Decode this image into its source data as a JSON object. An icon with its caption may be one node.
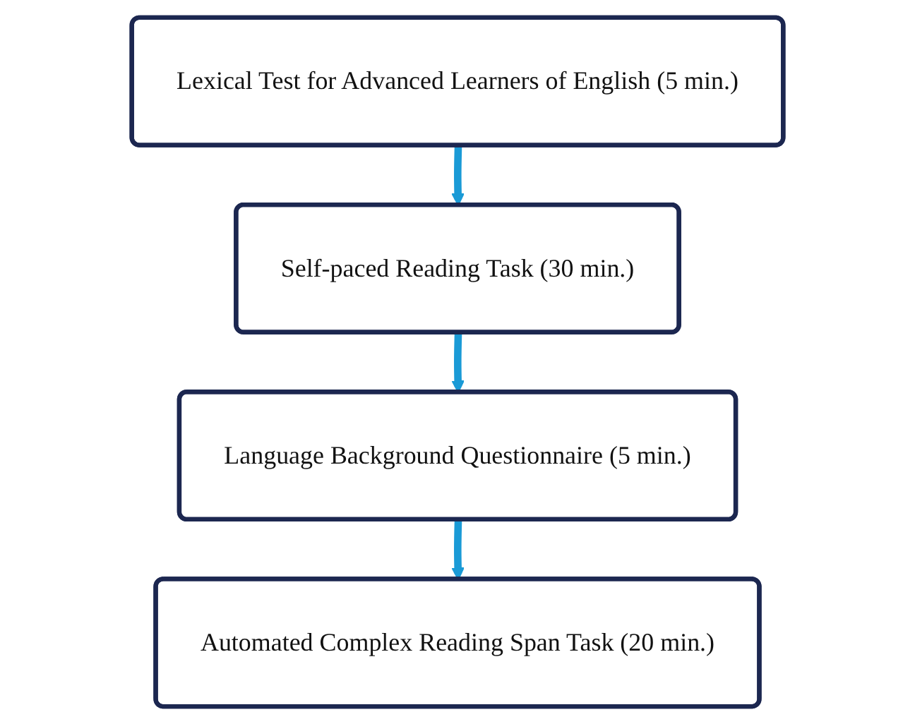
{
  "diagram": {
    "nodes": [
      {
        "text": [
          "Lexical Test for Advanced Learners of English (5 min.)"
        ]
      },
      {
        "text": [
          "Self-paced Reading Task (30 min.)"
        ]
      },
      {
        "text": [
          "Language Background Questionnaire (5 min.)"
        ]
      },
      {
        "text": [
          "Automated Complex Reading Span Task (20 min.)"
        ]
      }
    ],
    "edges": [
      {
        "from": 0,
        "to": 1,
        "arrow": "to"
      },
      {
        "from": 1,
        "to": 2,
        "arrow": "to"
      },
      {
        "from": 2,
        "to": 3,
        "arrow": "to"
      }
    ]
  }
}
